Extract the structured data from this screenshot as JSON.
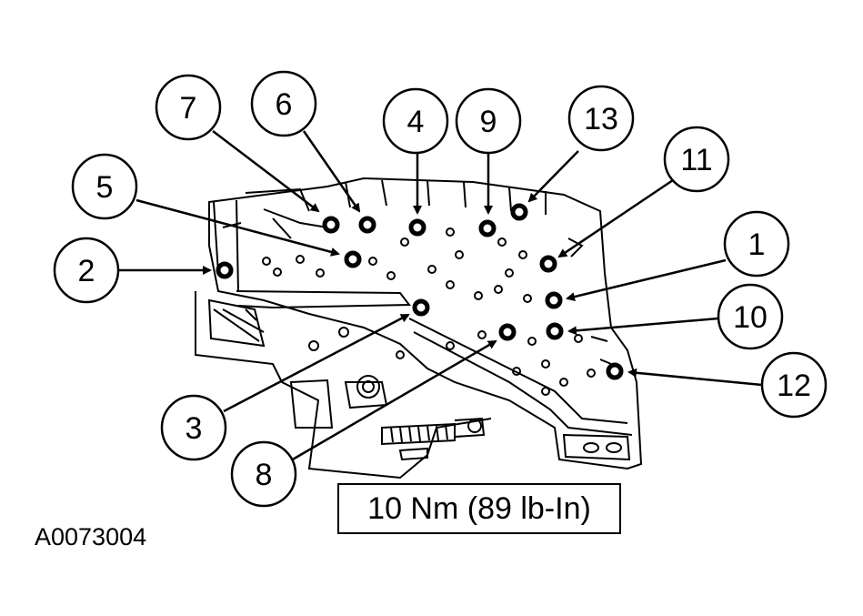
{
  "diagram": {
    "callouts": [
      {
        "label": "7"
      },
      {
        "label": "6"
      },
      {
        "label": "4"
      },
      {
        "label": "9"
      },
      {
        "label": "13"
      },
      {
        "label": "11"
      },
      {
        "label": "5"
      },
      {
        "label": "2"
      },
      {
        "label": "1"
      },
      {
        "label": "10"
      },
      {
        "label": "12"
      },
      {
        "label": "3"
      },
      {
        "label": "8"
      }
    ],
    "torque_spec": "10 Nm (89 lb-In)",
    "figure_id": "A0073004"
  }
}
